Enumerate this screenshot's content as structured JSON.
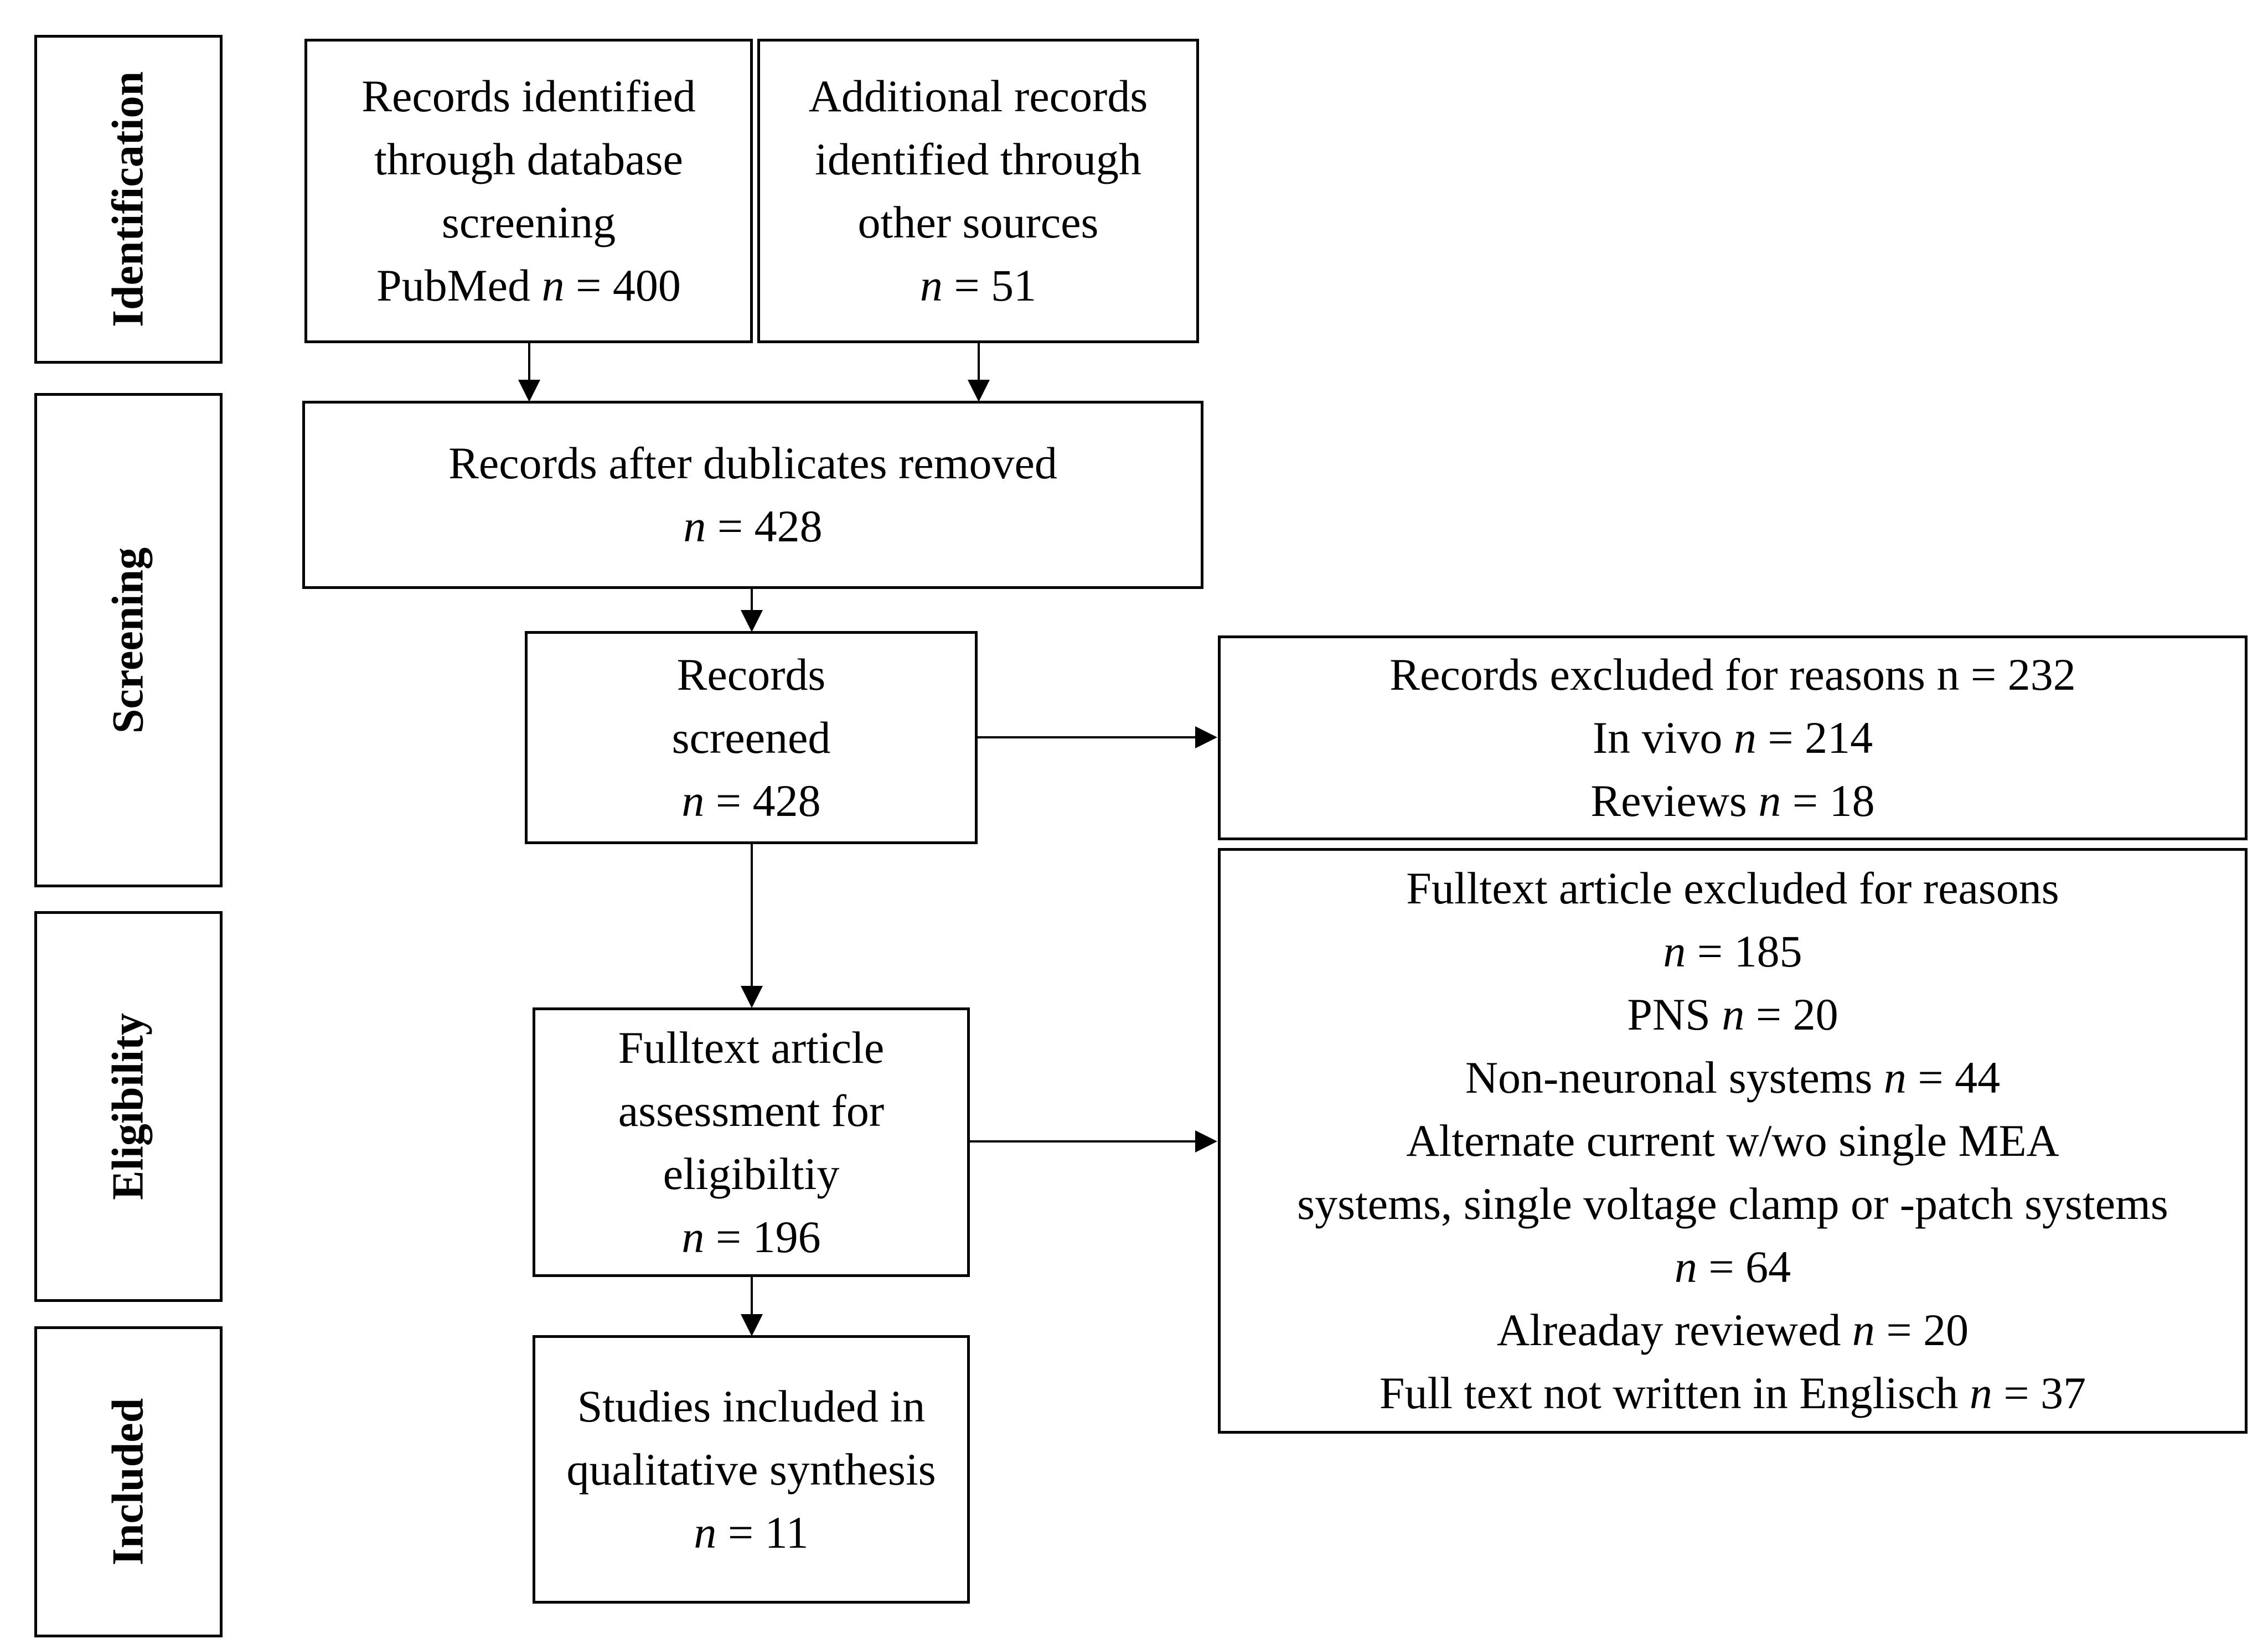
{
  "stages": {
    "identification": "Identification",
    "screening": "Screening",
    "eligibility": "Eligibility",
    "included": "Included"
  },
  "boxes": {
    "database": {
      "lines": [
        "Records identified",
        "through database",
        "screening"
      ],
      "count_prefix": "PubMed",
      "n_symbol": "n",
      "count_value": "= 400"
    },
    "other_sources": {
      "lines": [
        "Additional records",
        "identified through",
        "other sources"
      ],
      "n_symbol": "n",
      "count_value": "= 51"
    },
    "after_duplicates": {
      "line1": "Records after dublicates removed",
      "n_symbol": "n",
      "count_value": "= 428"
    },
    "screened": {
      "lines": [
        "Records",
        "screened"
      ],
      "n_symbol": "n",
      "count_value": "= 428"
    },
    "excluded": {
      "line1": "Records excluded for reasons n = 232",
      "in_vivo_label": "In vivo",
      "in_vivo_n": "n",
      "in_vivo_value": "= 214",
      "reviews_label": "Reviews",
      "reviews_n": "n",
      "reviews_value": "= 18"
    },
    "fulltext_assessment": {
      "lines": [
        "Fulltext article",
        "assessment for",
        "eligibiltiy"
      ],
      "n_symbol": "n",
      "count_value": "= 196"
    },
    "fulltext_excluded": {
      "title": "Fulltext article excluded for reasons",
      "total_n": "n",
      "total_value": "= 185",
      "pns_label": "PNS",
      "pns_n": "n",
      "pns_value": "= 20",
      "nonneuronal_label": "Non-neuronal systems",
      "nonneuronal_n": "n",
      "nonneuronal_value": "= 44",
      "alternate_line1": "Alternate current w/wo single MEA",
      "alternate_line2": "systems, single voltage clamp or -patch systems",
      "alternate_n": "n",
      "alternate_value": "= 64",
      "reviewed_label": "Alreaday reviewed",
      "reviewed_n": "n",
      "reviewed_value": "= 20",
      "english_label": "Full text not written in Englisch",
      "english_n": "n",
      "english_value": "= 37"
    },
    "included": {
      "lines": [
        "Studies included in",
        "qualitative synthesis"
      ],
      "n_symbol": "n",
      "count_value": "= 11"
    }
  }
}
